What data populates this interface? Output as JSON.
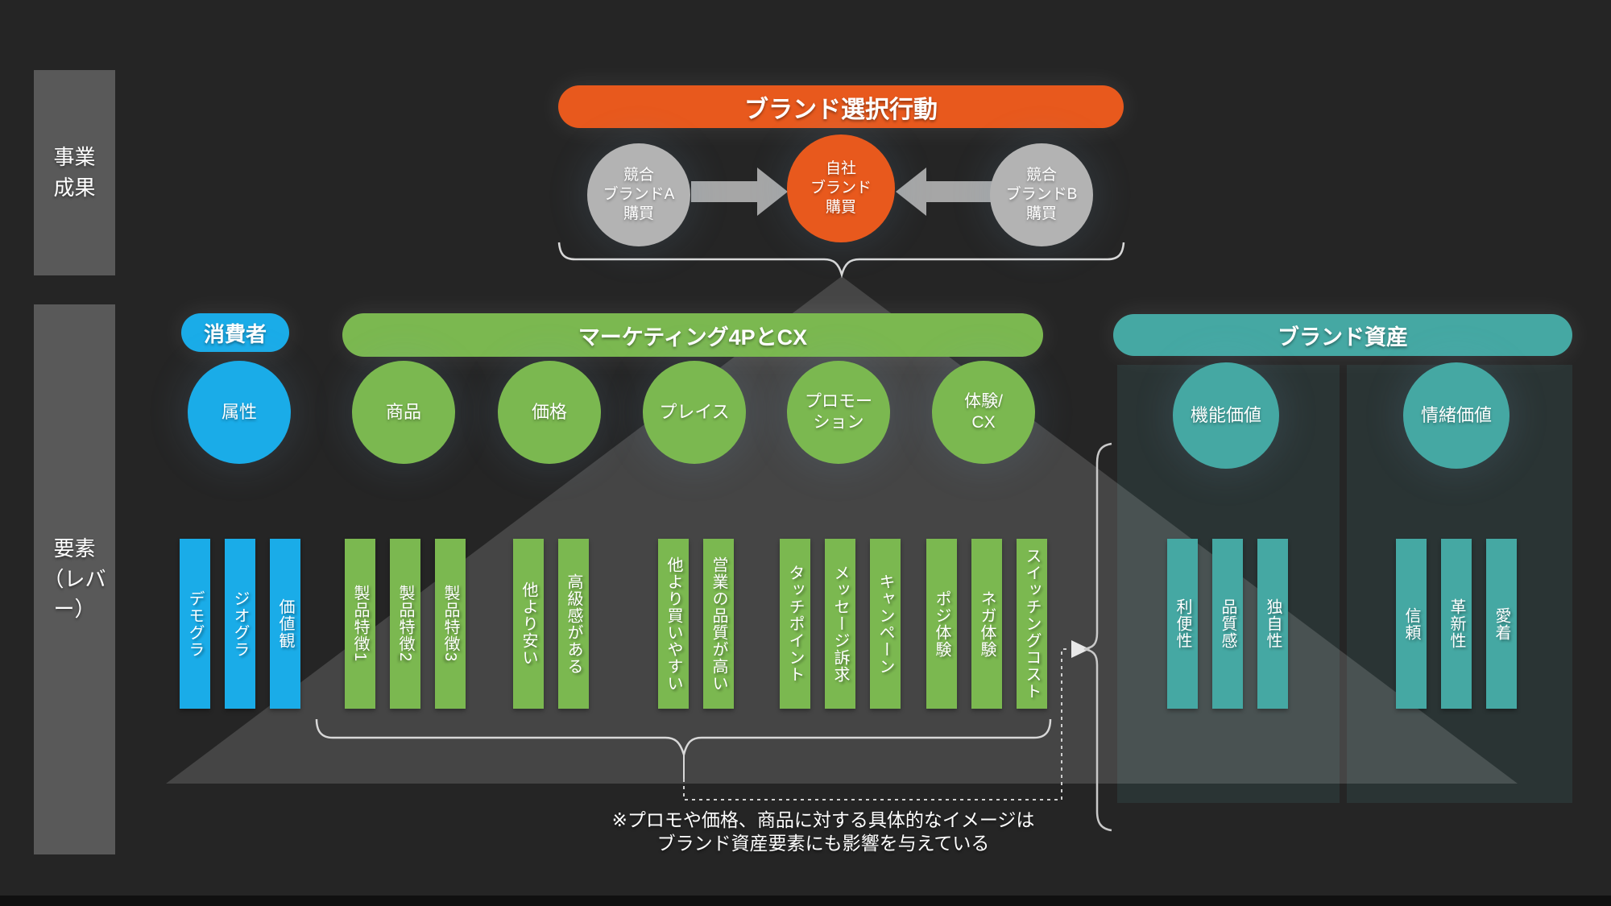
{
  "left_rail": {
    "business_outcome": "事業\n成果",
    "elements_lever": "要素\n（レバー）"
  },
  "top_section": {
    "banner": "ブランド選択行動",
    "competitor_a": "競合\nブランドA\n購買",
    "own_brand": "自社\nブランド\n購買",
    "competitor_b": "競合\nブランドB\n購買"
  },
  "consumer": {
    "pill": "消費者",
    "circle": "属性",
    "bars": [
      "デモグラ",
      "ジオグラ",
      "価値観"
    ]
  },
  "marketing": {
    "banner": "マーケティング4PとCX",
    "groups": [
      {
        "circle": "商品",
        "bars": [
          "製品特徴1",
          "製品特徴2",
          "製品特徴3"
        ]
      },
      {
        "circle": "価格",
        "bars": [
          "他より安い",
          "高級感がある"
        ]
      },
      {
        "circle": "プレイス",
        "bars": [
          "他より買いやすい",
          "営業の品質が高い"
        ]
      },
      {
        "circle": "プロモー\nション",
        "bars": [
          "タッチポイント",
          "メッセージ訴求",
          "キャンペーン"
        ]
      },
      {
        "circle": "体験/\nCX",
        "bars": [
          "ポジ体験",
          "ネガ体験",
          "スイッチングコスト"
        ]
      }
    ]
  },
  "brand_assets": {
    "banner": "ブランド資産",
    "groups": [
      {
        "circle": "機能価値",
        "bars": [
          "利便性",
          "品質感",
          "独自性"
        ]
      },
      {
        "circle": "情緒価値",
        "bars": [
          "信頼",
          "革新性",
          "愛着"
        ]
      }
    ]
  },
  "note": {
    "line1": "※プロモや価格、商品に対する具体的なイメージは",
    "line2": "ブランド資産要素にも影響を与えている"
  },
  "colors": {
    "background": "#252525",
    "orange": "#e8591d",
    "green": "#7bb850",
    "teal": "#45a8a3",
    "blue": "#1aace8",
    "gray_circle": "#b3b3b3",
    "rail_gray": "#595959",
    "panel": "#2a3434",
    "line": "#d8d8d8"
  }
}
